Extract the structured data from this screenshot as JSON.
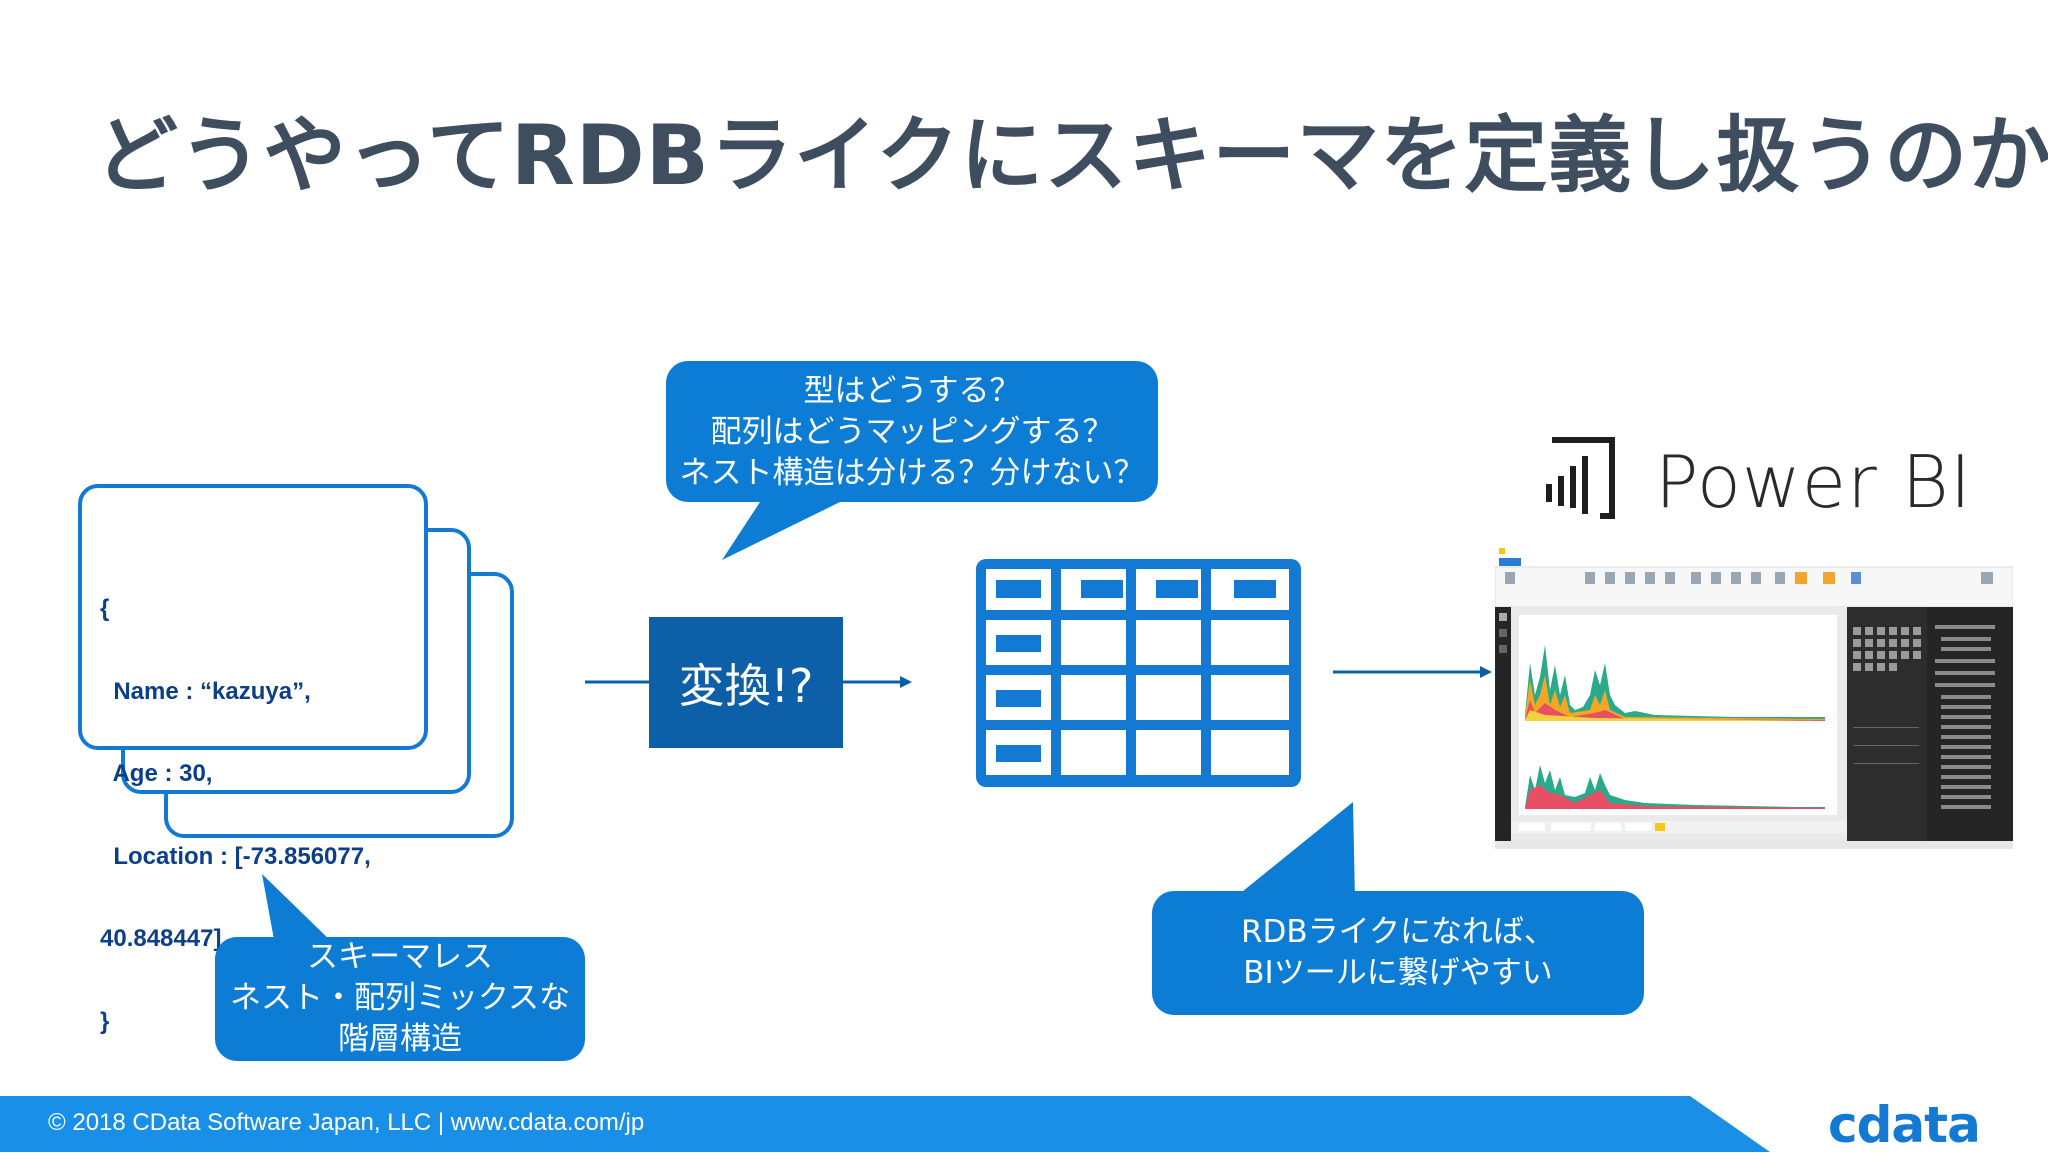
{
  "title": "どうやってRDBライクにスキーマを定義し扱うのか？",
  "json_doc": {
    "lines": [
      "{",
      "  Name : “kazuya”,",
      "  Age : 30,",
      "  Location : [-73.856077,",
      "40.848447]",
      "}"
    ]
  },
  "bubble_top": {
    "lines": [
      "型はどうする？",
      "配列はどうマッピングする？",
      "ネスト構造は分ける？分けない？"
    ]
  },
  "bubble_left": {
    "lines": [
      "スキーマレス",
      "ネスト・配列ミックスな",
      "階層構造"
    ]
  },
  "bubble_right": {
    "lines": [
      "RDBライクになれば、",
      "BIツールに繋げやすい"
    ]
  },
  "convert_label": "変換!?",
  "power_bi_label": "Power BI",
  "footer": {
    "copyright": "© 2018 CData Software Japan, LLC |  www.cdata.com/jp",
    "logo_text": "cdata"
  },
  "colors": {
    "title": "#3f4e5f",
    "accent_blue": "#0c7cd5",
    "dark_blue": "#0d5fa7",
    "footer_bar": "#1a8fe8"
  },
  "icons": [
    "json-document-stack-icon",
    "table-grid-icon",
    "power-bi-logo-icon",
    "power-bi-screenshot"
  ]
}
